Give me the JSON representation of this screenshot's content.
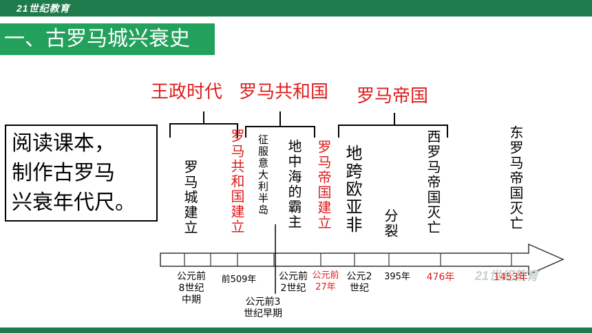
{
  "header": {
    "logo_text": "21世纪教育"
  },
  "title": "一、古罗马城兴衰史",
  "eras": {
    "monarchy": "王政时代",
    "republic": "罗马共和国",
    "empire": "罗马帝国"
  },
  "note": {
    "lines": [
      "阅读课本，",
      "制作古罗马",
      "兴衰年代尺。"
    ]
  },
  "events": {
    "city_founded": "罗马城建立",
    "republic_founded": "罗马共和国建立",
    "conquer_italy": "征服意大利半岛",
    "mediterranean": "地中海的霸主",
    "empire_founded": "罗马帝国建立",
    "across_continents": "地跨欧亚非",
    "split": "分裂",
    "west_fall": "西罗马帝国灭亡",
    "east_fall": "东罗马帝国灭亡"
  },
  "dates": {
    "d1": [
      "公元前",
      "8世纪",
      "中期"
    ],
    "d2": "前509年",
    "d3": [
      "公元前3",
      "世纪早期"
    ],
    "d4": [
      "公元前",
      "2世纪"
    ],
    "d5": [
      "公元前",
      "27年"
    ],
    "d6": [
      "公元2",
      "世纪"
    ],
    "d7": "395年",
    "d8": "476年",
    "d9": "1453年"
  },
  "watermark": "21世纪教育",
  "colors": {
    "brand_green": "#1e7b4c",
    "title_green": "#23a15c",
    "accent_red": "#e01b1b"
  }
}
